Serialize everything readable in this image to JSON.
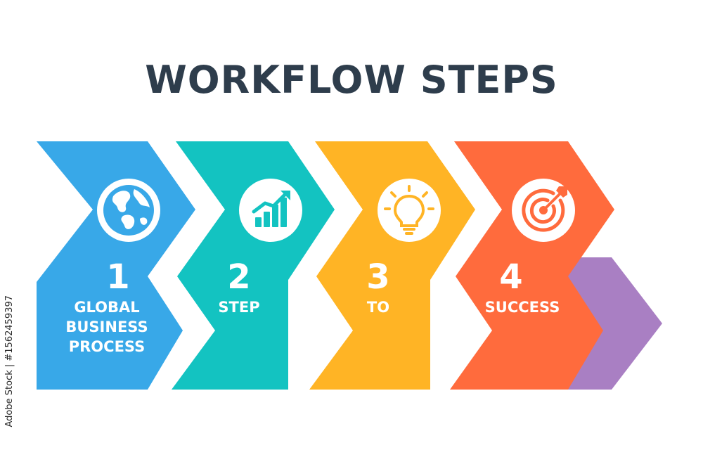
{
  "title": "WORKFLOW STEPS",
  "stock_id": "Adobe Stock | #1562459397",
  "steps": [
    {
      "number": "1",
      "label_lines": [
        "GLOBAL",
        "BUSINESS",
        "PROCESS"
      ],
      "icon": "globe-icon",
      "color": "#38a8e8"
    },
    {
      "number": "2",
      "label_lines": [
        "STEP"
      ],
      "icon": "growth-chart-icon",
      "color": "#13c3c1"
    },
    {
      "number": "3",
      "label_lines": [
        "TO"
      ],
      "icon": "lightbulb-icon",
      "color": "#ffb425"
    },
    {
      "number": "4",
      "label_lines": [
        "SUCCESS"
      ],
      "icon": "target-icon",
      "color": "#ff6b3d"
    }
  ],
  "end_arrow_color": "#a97fc3"
}
